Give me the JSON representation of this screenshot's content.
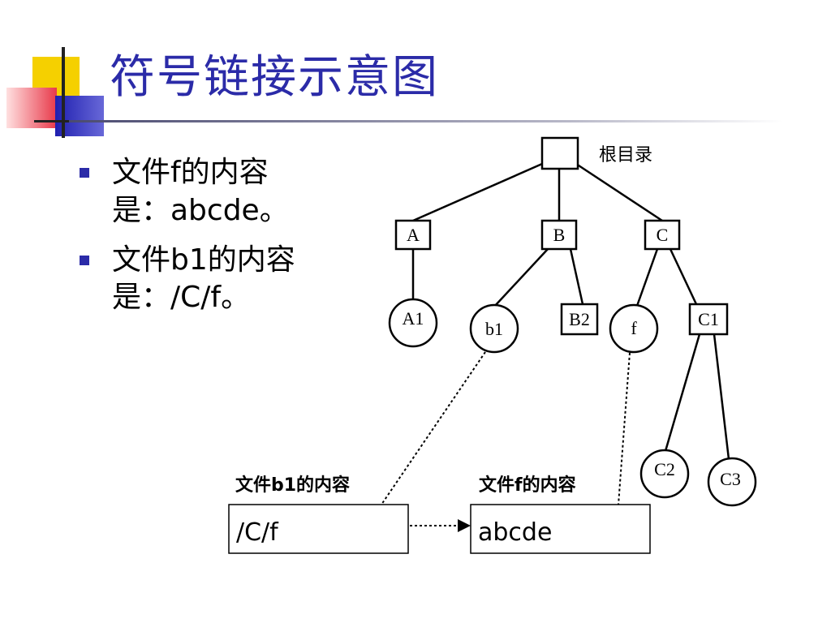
{
  "slide": {
    "title": "符号链接示意图",
    "bullets": [
      {
        "line1": "文件f的内容",
        "line2": "是：abcde。"
      },
      {
        "line1": "文件b1的内容",
        "line2": "是：/C/f。"
      }
    ]
  },
  "colors": {
    "title": "#2b2ba8",
    "bullet": "#2b2ba8",
    "deco_yellow": "#f5d000",
    "deco_blue": "#3030c0",
    "deco_red": "#e8394a"
  },
  "diagram": {
    "root_label": "根目录",
    "nodes": {
      "A": "A",
      "B": "B",
      "C": "C",
      "A1": "A1",
      "b1": "b1",
      "B2": "B2",
      "f": "f",
      "C1": "C1",
      "C2": "C2",
      "C3": "C3"
    },
    "content_boxes": {
      "b1_caption": "文件b1的内容",
      "b1_value": "/C/f",
      "f_caption": "文件f的内容",
      "f_value": "abcde"
    }
  }
}
